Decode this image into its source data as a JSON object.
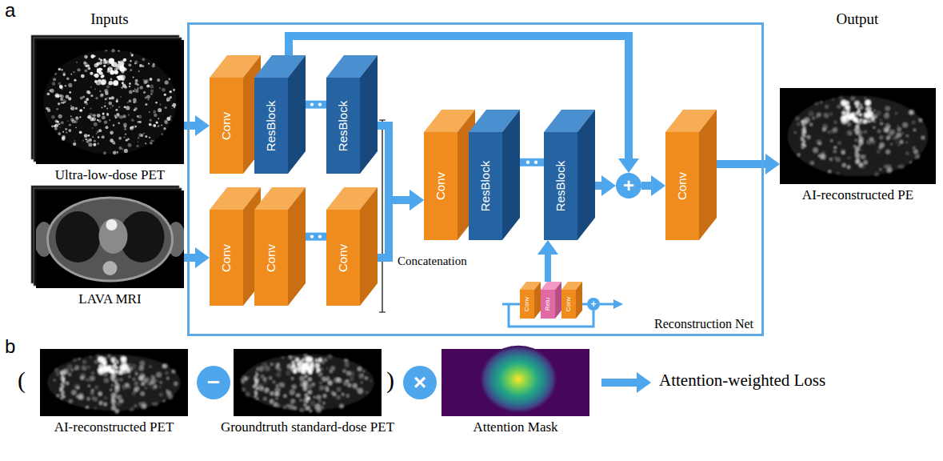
{
  "diagram": {
    "nodes": [
      {
        "text": [
          "Ultra-low-dose PET"
        ]
      },
      {
        "text": [
          "LAVA MRI"
        ]
      },
      {
        "text": [
          "Reconstruction Net"
        ]
      },
      {
        "text": [
          "Conv"
        ],
        "in": 2
      },
      {
        "text": [
          "ResBlock"
        ],
        "in": 2
      },
      {
        "text": [
          "ResBlock"
        ],
        "in": 2
      },
      {
        "text": [
          "Conv"
        ],
        "in": 2
      },
      {
        "text": [
          "Conv"
        ],
        "in": 2
      },
      {
        "text": [
          "Conv"
        ],
        "in": 2
      },
      {
        "text": [
          "Conv"
        ],
        "in": 2
      },
      {
        "text": [
          "ResBlock"
        ],
        "in": 2
      },
      {
        "text": [
          "ResBlock"
        ],
        "in": 2
      },
      {
        "text": [
          "+"
        ],
        "in": 2
      },
      {
        "text": [
          "Conv"
        ],
        "in": 2
      },
      {
        "text": [
          "Conv"
        ],
        "in": 2
      },
      {
        "text": [
          "Relu"
        ],
        "in": 2
      },
      {
        "text": [
          "Conv"
        ],
        "in": 2
      },
      {
        "text": [
          "+"
        ],
        "in": 2
      },
      {
        "text": [
          "AI-reconstructed PE"
        ]
      },
      {
        "text": [
          "AI-reconstructed PET"
        ]
      },
      {
        "text": [
          "−"
        ]
      },
      {
        "text": [
          "Groundtruth standard-dose PET"
        ]
      },
      {
        "text": [
          "×"
        ]
      },
      {
        "text": [
          "Attention Mask"
        ]
      }
    ],
    "edges": [
      {
        "from": 0,
        "to": 3,
        "arrow": "to"
      },
      {
        "from": 1,
        "to": 6,
        "arrow": "to"
      },
      {
        "from": 4,
        "to": 5,
        "arrow": "none"
      },
      {
        "from": 7,
        "to": 8,
        "arrow": "none"
      },
      {
        "from": 5,
        "to": 9,
        "arrow": "to"
      },
      {
        "from": 8,
        "to": 9,
        "arrow": "to"
      },
      {
        "from": 10,
        "to": 11,
        "arrow": "none"
      },
      {
        "from": 11,
        "to": 12,
        "arrow": "to"
      },
      {
        "from": 4,
        "to": 12,
        "arrow": "to"
      },
      {
        "from": 12,
        "to": 13,
        "arrow": "to"
      },
      {
        "from": 15,
        "to": 11,
        "arrow": "to"
      },
      {
        "from": 13,
        "to": 18,
        "arrow": "to"
      }
    ],
    "labels": [
      "a",
      "Inputs",
      "Output",
      "Concatenation",
      "b",
      "(",
      ")",
      "Attention-weighted Loss"
    ]
  }
}
